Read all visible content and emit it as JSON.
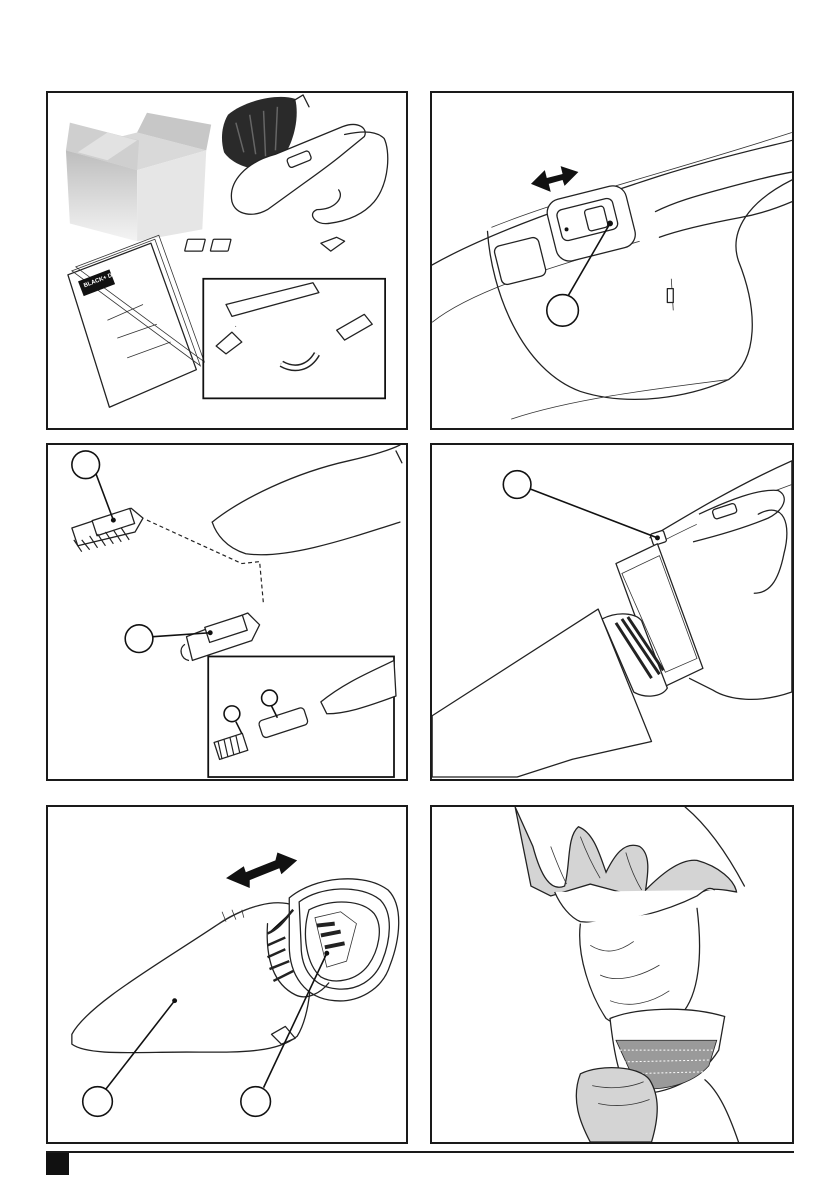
{
  "manual_brand_label": "BLACK+ DECKER",
  "figures": [
    {
      "id": "fig-1",
      "callouts": []
    },
    {
      "id": "fig-2",
      "callouts": [
        ""
      ]
    },
    {
      "id": "fig-3",
      "callouts": [
        "",
        "",
        "",
        ""
      ]
    },
    {
      "id": "fig-4",
      "callouts": [
        ""
      ]
    },
    {
      "id": "fig-5",
      "callouts": [
        "",
        ""
      ]
    },
    {
      "id": "fig-6",
      "callouts": []
    }
  ]
}
